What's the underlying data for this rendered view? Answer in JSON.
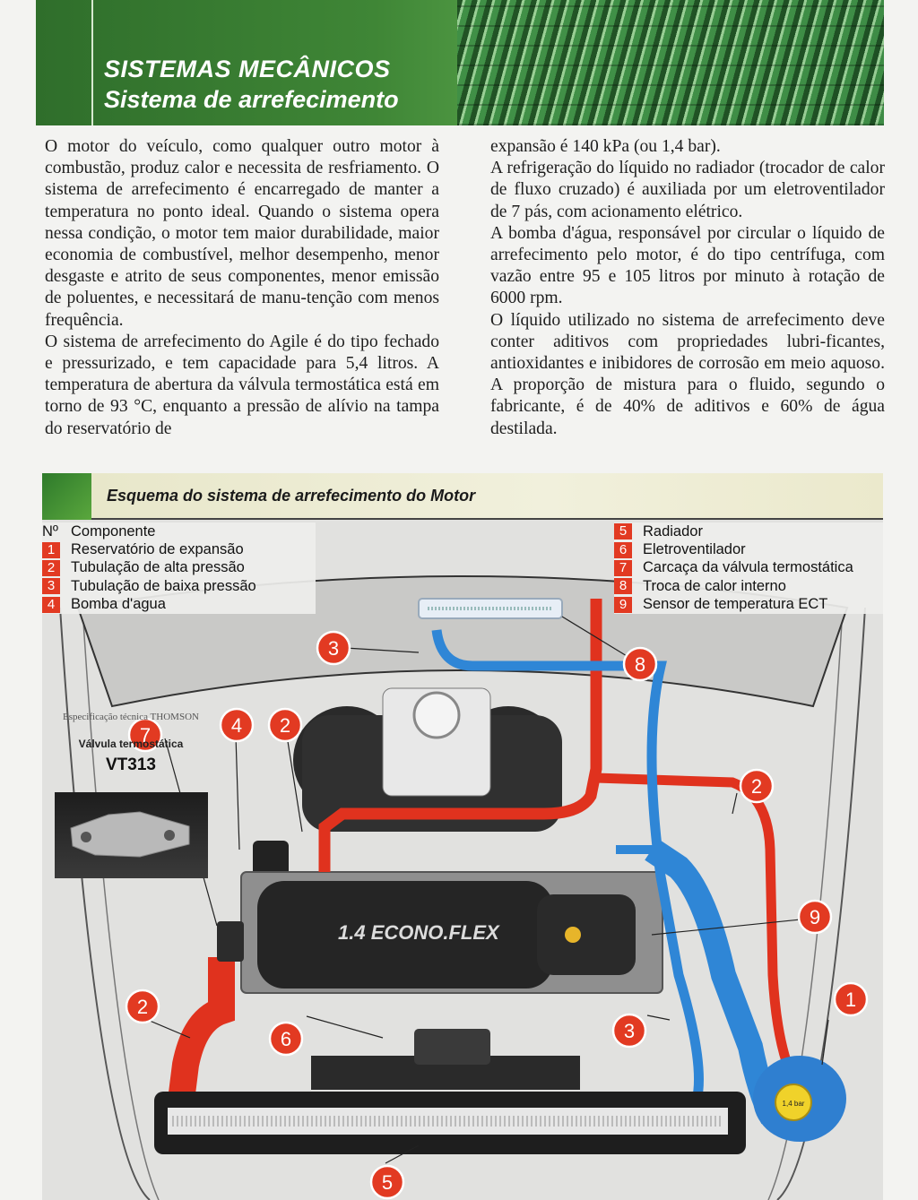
{
  "header": {
    "section": "SISTEMAS MECÂNICOS",
    "subtitle": "Sistema de arrefecimento"
  },
  "column_left": [
    "O motor do veículo, como qualquer outro motor à combustão, produz calor e necessita de resfriamento. O sistema de arrefecimento é encarregado de manter a temperatura no ponto ideal. Quando o sistema opera nessa condição, o motor tem maior durabilidade, maior economia de combustível, melhor desempenho, menor desgaste e atrito de seus componentes, menor emissão de poluentes, e necessitará de manu-tenção com menos frequência.",
    "O sistema de arrefecimento do Agile é do tipo fechado e pressurizado, e tem capacidade para 5,4 litros. A temperatura de abertura da válvula termostática está em torno de 93 °C, enquanto a pressão de alívio na tampa do reservatório de"
  ],
  "column_right": [
    "expansão é 140 kPa (ou 1,4 bar).",
    "A refrigeração do líquido no radiador (trocador de calor de fluxo cruzado) é auxiliada por um eletroventilador de 7 pás, com acionamento elétrico.",
    "A bomba d'água, responsável por circular o líquido de arrefecimento pelo motor, é do tipo centrífuga, com vazão entre 95 e 105 litros por minuto à rotação de 6000 rpm.",
    "O líquido utilizado no sistema de arrefecimento deve conter aditivos com propriedades lubri-ficantes, antioxidantes e inibidores de corrosão em meio aquoso. A proporção de mistura para o fluido, segundo o fabricante, é de 40% de aditivos e 60% de água destilada."
  ],
  "diagram": {
    "title": "Esquema do sistema de arrefecimento do Motor",
    "legend_header": {
      "num": "Nº",
      "label": "Componente"
    },
    "legend_left": [
      {
        "num": "1",
        "label": "Reservatório de expansão"
      },
      {
        "num": "2",
        "label": "Tubulação de alta pressão"
      },
      {
        "num": "3",
        "label": "Tubulação de baixa pressão"
      },
      {
        "num": "4",
        "label": "Bomba d'agua"
      }
    ],
    "legend_right": [
      {
        "num": "5",
        "label": "Radiador"
      },
      {
        "num": "6",
        "label": "Eletroventilador"
      },
      {
        "num": "7",
        "label": "Carcaça da válvula termostática"
      },
      {
        "num": "8",
        "label": "Troca de calor interno"
      },
      {
        "num": "9",
        "label": "Sensor de temperatura ECT"
      }
    ],
    "spec": {
      "line1": "Especificação técnica THOMSON",
      "line2": "Válvula termostática",
      "model": "VT313"
    },
    "engine_label": "1.4 ECONO.FLEX",
    "reservoir_label": "1,4 bar",
    "callouts": [
      "3",
      "8",
      "4",
      "2",
      "2",
      "7",
      "9",
      "2",
      "1",
      "3",
      "6",
      "5"
    ],
    "colors": {
      "hot_pipe": "#e0321e",
      "cold_pipe": "#2f86d6",
      "callout": "#e23a22",
      "header_green": "#3f8636"
    }
  }
}
